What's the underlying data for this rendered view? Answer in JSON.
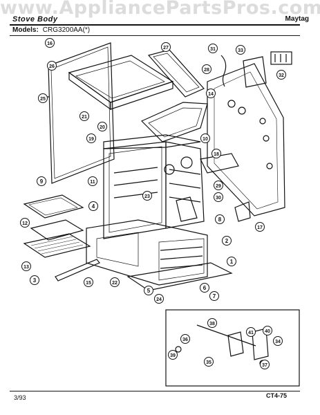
{
  "watermark": "www.AppliancePartsPros.com",
  "header": {
    "title_partial": "Stove Body",
    "models_label": "Models:",
    "model_value": "CRG3200AA(*)",
    "right_partial": "Maytag"
  },
  "callouts": [
    "1",
    "2",
    "3",
    "4",
    "5",
    "6",
    "7",
    "8",
    "9",
    "10",
    "11",
    "12",
    "13",
    "14",
    "15",
    "16",
    "17",
    "18",
    "19",
    "20",
    "21",
    "22",
    "23",
    "24",
    "25",
    "26",
    "27",
    "28",
    "29",
    "30",
    "31",
    "32",
    "33",
    "34",
    "35",
    "36",
    "37",
    "38",
    "39",
    "40",
    "41"
  ],
  "footer": {
    "date": "3/93",
    "page_code": "CT4-75"
  }
}
